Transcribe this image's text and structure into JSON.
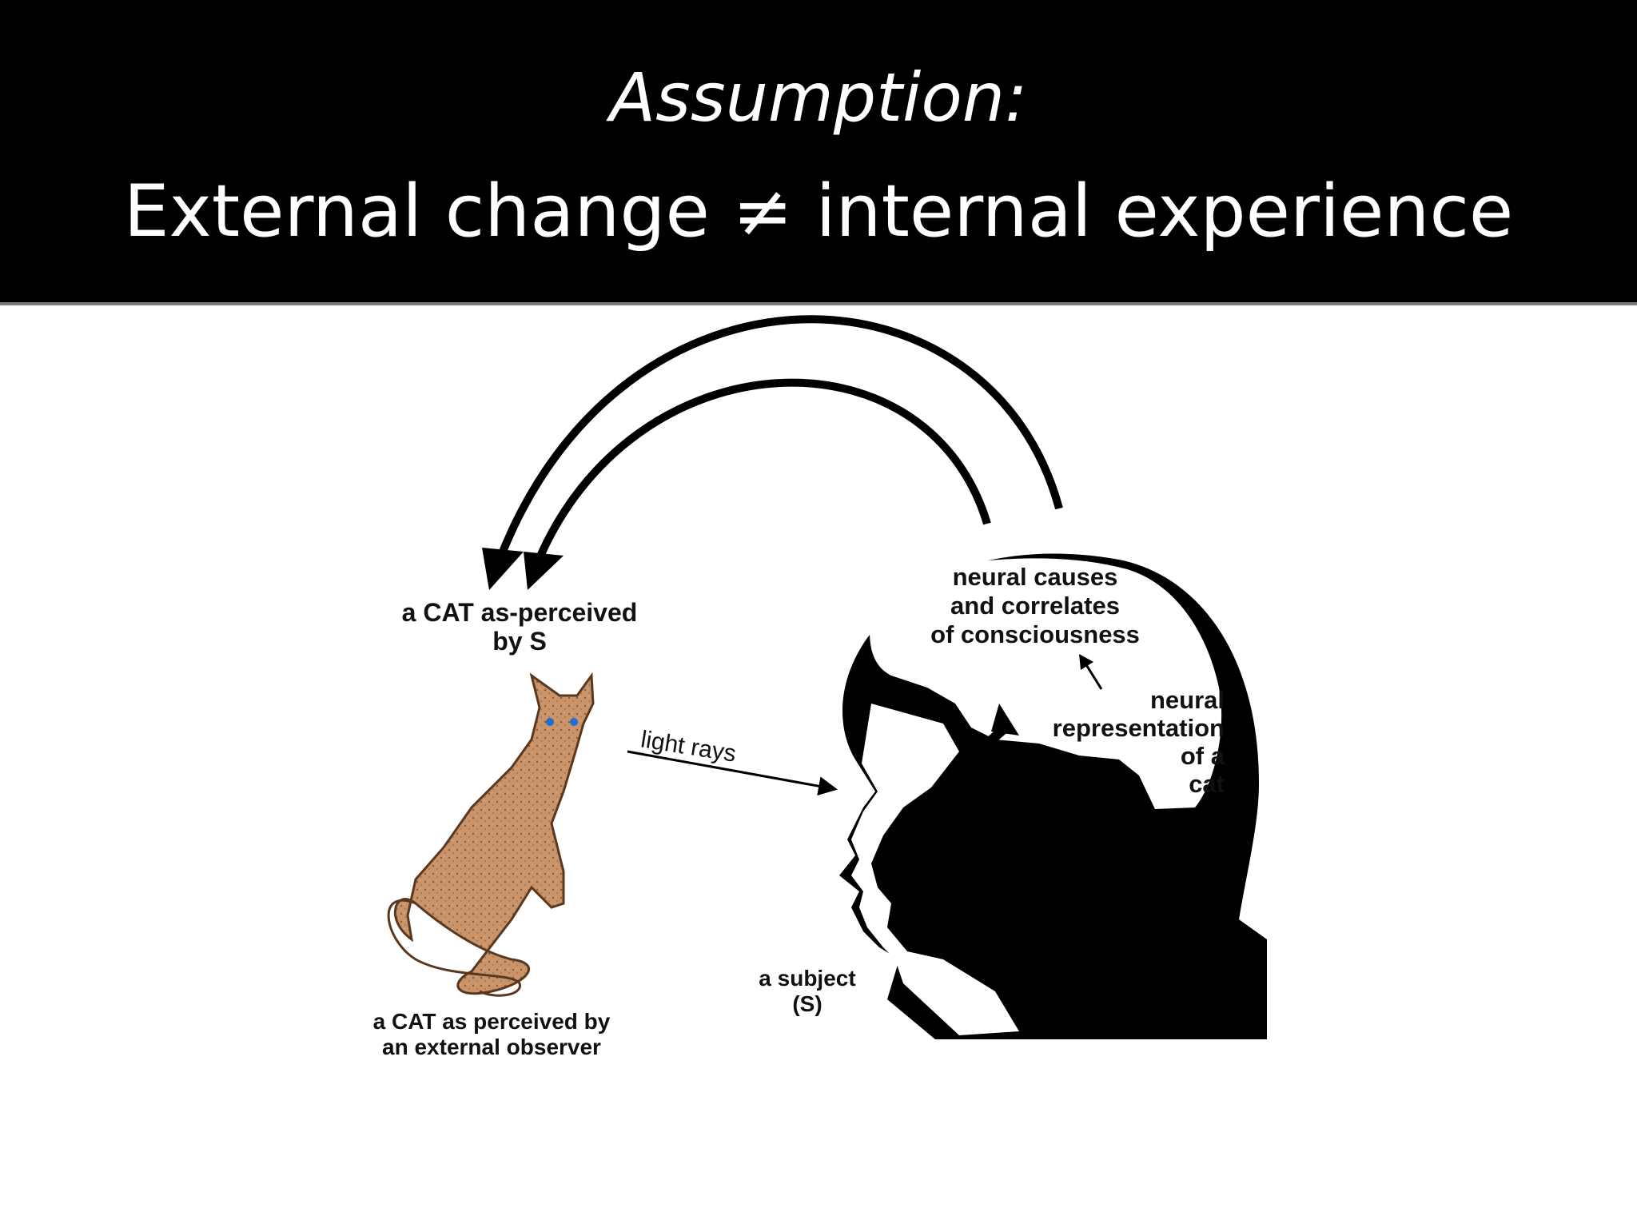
{
  "slide": {
    "title_line1": "Assumption:",
    "title_line2": "External change ≠ internal experience"
  },
  "diagram": {
    "cat_perceived_by_s": [
      "a CAT as-perceived",
      "by S"
    ],
    "cat_external_observer": [
      "a CAT as perceived by",
      "an external observer"
    ],
    "light_rays": "light rays",
    "subject": [
      "a subject",
      "(S)"
    ],
    "neural_causes": [
      "neural causes",
      "and correlates",
      "of consciousness"
    ],
    "neural_representation": [
      "neural",
      "representation",
      "of a",
      "cat"
    ]
  },
  "colors": {
    "title_bg": "#000000",
    "title_text": "#ffffff",
    "cat_fur": "#c9946a",
    "cat_eyes": "#1e6fd1"
  }
}
